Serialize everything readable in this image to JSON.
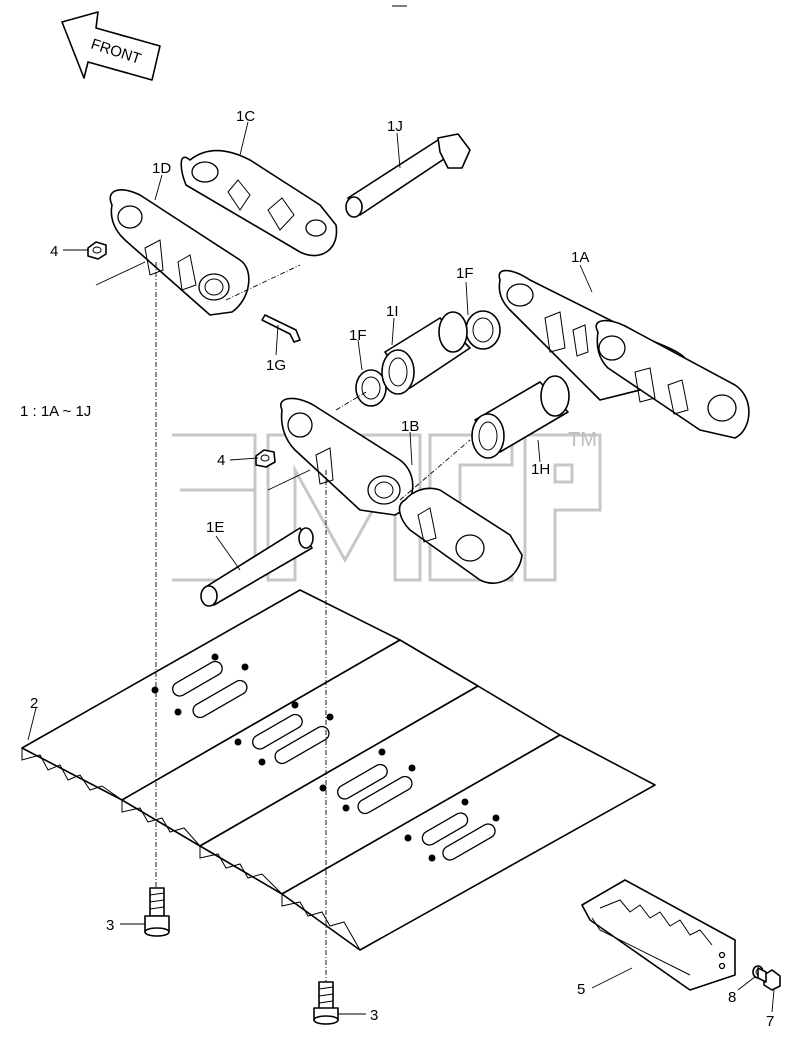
{
  "header_mark": "—",
  "front_arrow": {
    "label": "FRONT"
  },
  "ratio_note": "1 : 1A ~ 1J",
  "watermark": {
    "text": "змср",
    "tm": "TM"
  },
  "callouts": {
    "c1A": "1A",
    "c1B": "1B",
    "c1C": "1C",
    "c1D": "1D",
    "c1E": "1E",
    "c1F_a": "1F",
    "c1F_b": "1F",
    "c1G": "1G",
    "c1H": "1H",
    "c1I": "1I",
    "c1J": "1J",
    "c2": "2",
    "c3_a": "3",
    "c3_b": "3",
    "c4_a": "4",
    "c4_b": "4",
    "c5": "5",
    "c7": "7",
    "c8": "8"
  },
  "parts": [
    "link-1A",
    "link-1B",
    "link-1C",
    "link-1D",
    "pin-1E",
    "seal-1F",
    "seal-1F",
    "lock-pin-1G",
    "bushing-1H",
    "bushing-1I",
    "master-pin-1J",
    "track-shoe-2",
    "bolt-3",
    "nut-4",
    "guard-5",
    "bolt-7",
    "washer-8"
  ]
}
